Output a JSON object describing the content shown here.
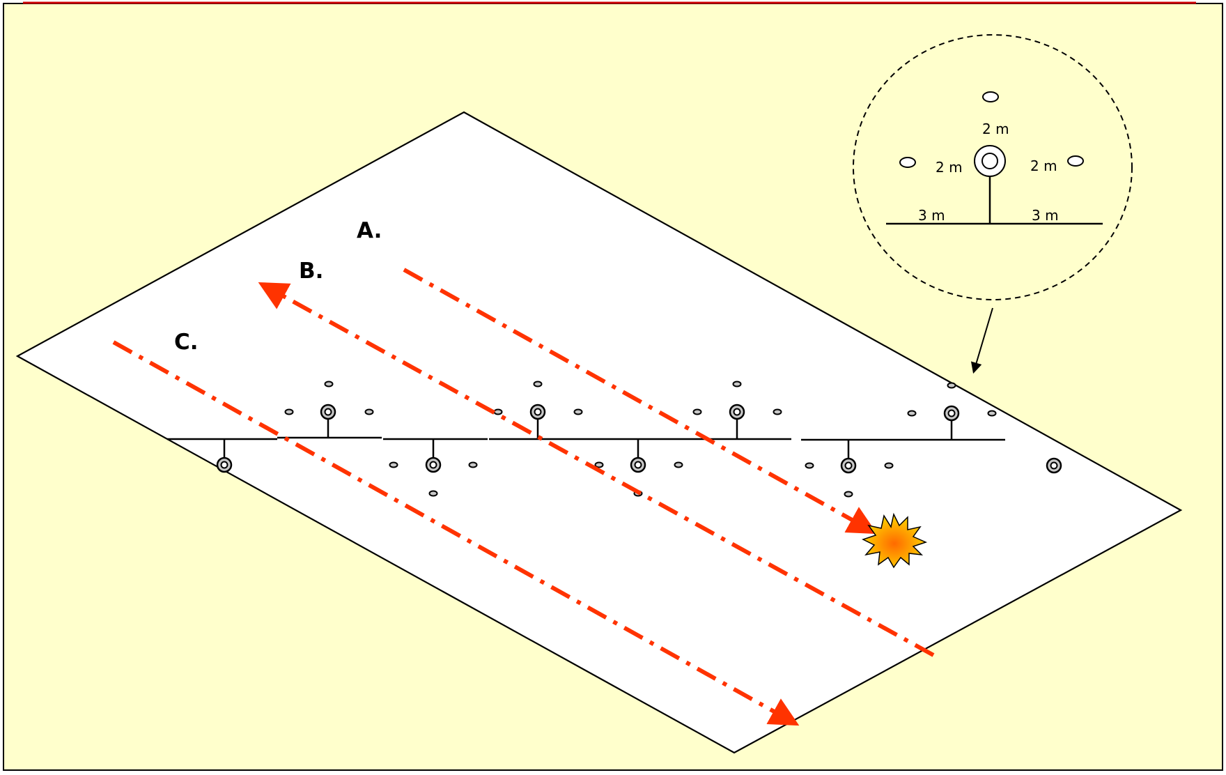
{
  "colors": {
    "background": "#ffffcc",
    "field": "#ffffff",
    "outline": "#000000",
    "path": "#ff3300",
    "top_rule": "#cc0000",
    "marker_fill": "#c8c8c8",
    "burst_outer": "#ffd700",
    "burst_inner": "#ff6a00"
  },
  "lanes": [
    {
      "label": "A."
    },
    {
      "label": "B."
    },
    {
      "label": "C."
    }
  ],
  "detail": {
    "spacing_top": "2 m",
    "spacing_left": "2 m",
    "spacing_right": "2 m",
    "spacing_bottom_left": "3 m",
    "spacing_bottom_right": "3 m"
  },
  "icons": {
    "target": "bullseye-marker-icon",
    "flag": "flag-marker-icon",
    "burst": "explosion-icon"
  }
}
